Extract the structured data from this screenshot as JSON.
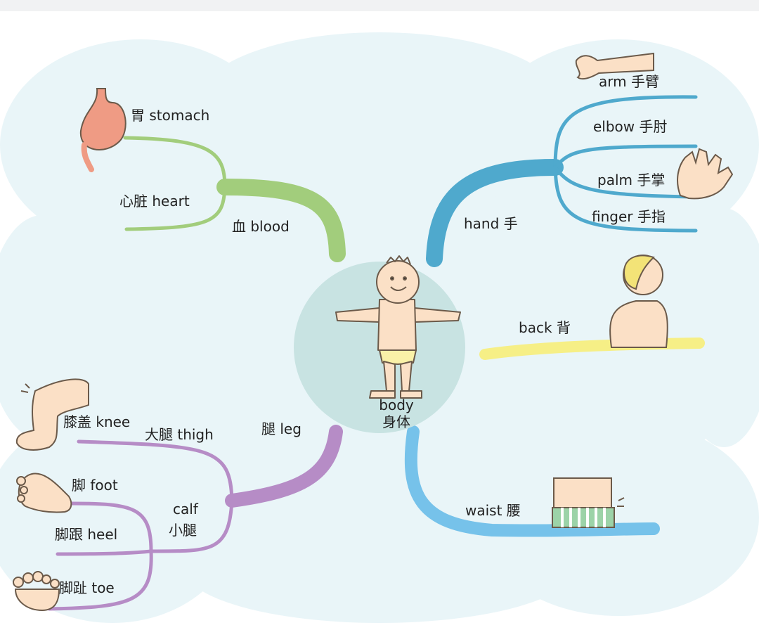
{
  "center": {
    "en": "body",
    "zh": "身体"
  },
  "branches": {
    "blood": {
      "label": "血 blood",
      "color": "#a2cd7c",
      "items": {
        "stomach": "胃 stomach",
        "heart": "心脏 heart"
      }
    },
    "hand": {
      "label": "hand 手",
      "color": "#4fa9cd",
      "items": {
        "arm": "arm 手臂",
        "elbow": "elbow 手肘",
        "palm": "palm 手掌",
        "finger": "finger 手指"
      }
    },
    "back": {
      "label": "back 背",
      "color": "#f6ef86"
    },
    "waist": {
      "label": "waist 腰",
      "color": "#76c2ea"
    },
    "leg": {
      "label": "腿 leg",
      "color": "#b68cc6",
      "items": {
        "thigh": "大腿 thigh",
        "knee": "膝盖 knee",
        "calf_en": "calf",
        "calf_zh": "小腿",
        "foot": "脚 foot",
        "heel": "脚跟 heel",
        "toe": "脚趾 toe"
      }
    }
  },
  "colors": {
    "cloud": "#e9f5f8",
    "center_circle": "#c8e3e2",
    "skin": "#fbe0c6",
    "stomach": "#ef9b84",
    "hair": "#f3e377",
    "stripe_green": "#9cd3a8"
  },
  "icons": [
    "stomach-icon",
    "arm-icon",
    "palm-icon",
    "back-person-icon",
    "waist-icon",
    "knee-icon",
    "foot-icon",
    "toes-icon",
    "child-figure"
  ]
}
